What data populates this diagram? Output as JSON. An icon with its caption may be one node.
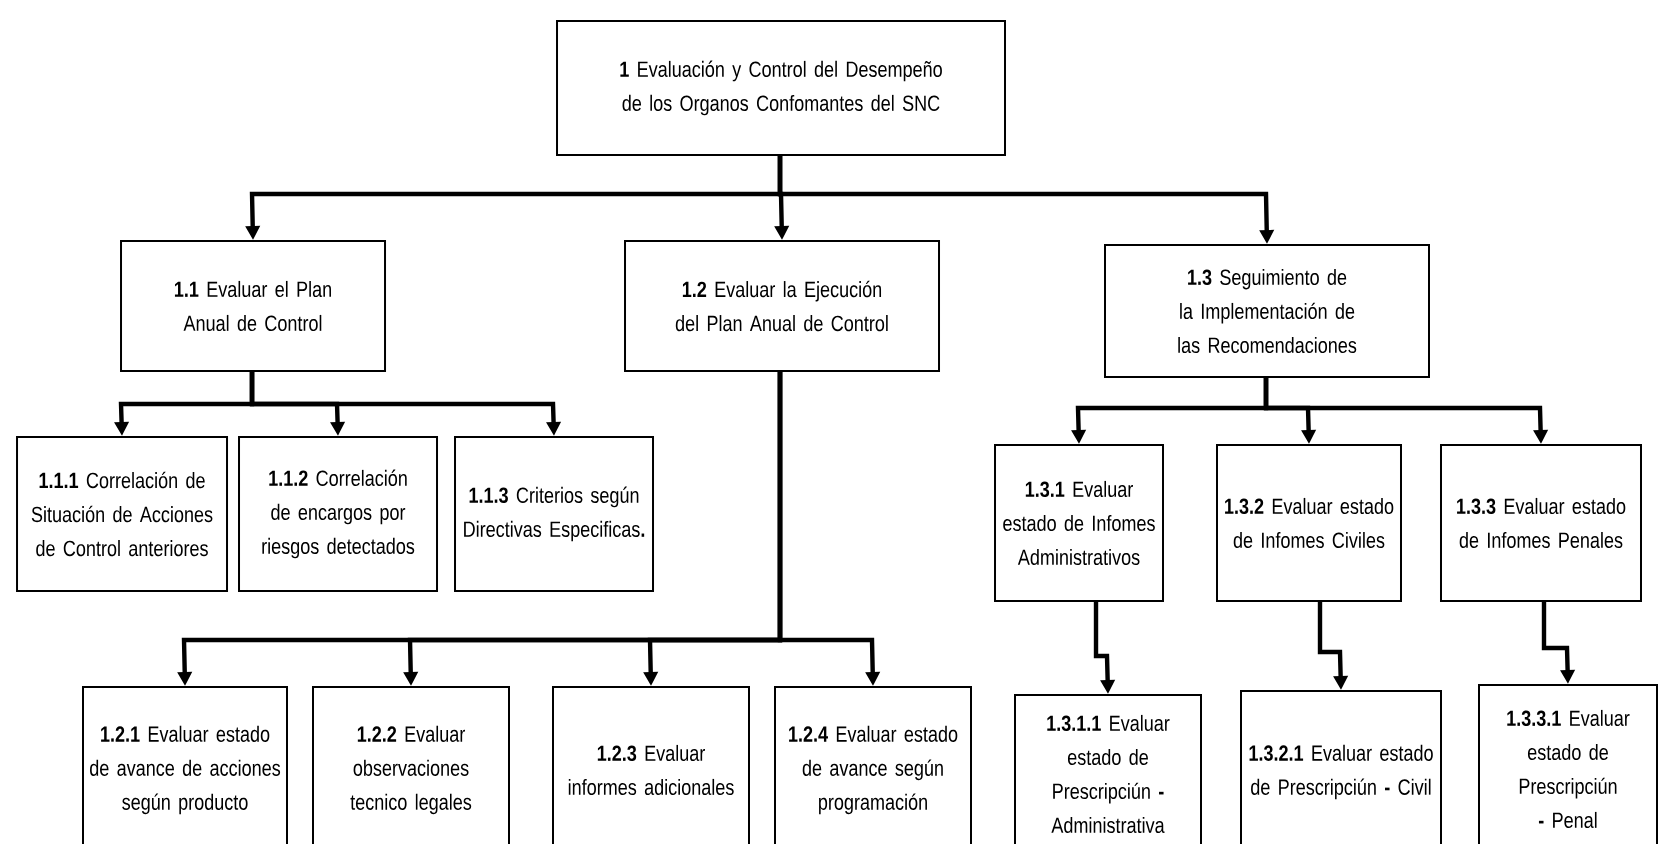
{
  "diagram": {
    "nodes": [
      {
        "text": [
          "**1** Evaluación y Control del Desempeño de los Organos Confomantes del SNC"
        ]
      },
      {
        "text": [
          "**1.1** Evaluar el Plan Anual de Control"
        ]
      },
      {
        "text": [
          "**1.2** Evaluar la Ejecución del Plan Anual de Control"
        ]
      },
      {
        "text": [
          "**1.3** Seguimiento de la Implementación de las Recomendaciones"
        ]
      },
      {
        "text": [
          "**1.1.1** Correlación de Situación de Acciones de Control anteriores"
        ]
      },
      {
        "text": [
          "**1.1.2** Correlación de encargos por riesgos detectados"
        ]
      },
      {
        "text": [
          "**1.1.3** Criterios según Directivas Especificas**.**"
        ]
      },
      {
        "text": [
          "**1.2.1** Evaluar estado de avance de acciones según producto"
        ]
      },
      {
        "text": [
          "**1.2.2** Evaluar observaciones tecnico legales"
        ]
      },
      {
        "text": [
          "**1.2.3** Evaluar informes adicionales"
        ]
      },
      {
        "text": [
          "**1.2.4** Evaluar estado de avance según programación"
        ]
      },
      {
        "text": [
          "**1.3.1** Evaluar estado de Infomes Administrativos"
        ]
      },
      {
        "text": [
          "**1.3.2** Evaluar estado de Infomes Civiles"
        ]
      },
      {
        "text": [
          "**1.3.3** Evaluar estado de Infomes Penales"
        ]
      },
      {
        "text": [
          "**1.3.1.1** Evaluar estado de Prescripciún **-** Administrativa"
        ]
      },
      {
        "text": [
          "**1.3.2.1** Evaluar estado de Prescripciún **-** Civil"
        ]
      },
      {
        "text": [
          "**1.3.3.1** Evaluar estado de Prescripciún **-** Penal"
        ]
      }
    ],
    "edges": [
      {
        "from": 0,
        "to": 1,
        "arrow": "to"
      },
      {
        "from": 0,
        "to": 2,
        "arrow": "to"
      },
      {
        "from": 0,
        "to": 3,
        "arrow": "to"
      },
      {
        "from": 1,
        "to": 4,
        "arrow": "to"
      },
      {
        "from": 1,
        "to": 5,
        "arrow": "to"
      },
      {
        "from": 1,
        "to": 6,
        "arrow": "to"
      },
      {
        "from": 2,
        "to": 7,
        "arrow": "to"
      },
      {
        "from": 2,
        "to": 8,
        "arrow": "to"
      },
      {
        "from": 2,
        "to": 9,
        "arrow": "to"
      },
      {
        "from": 2,
        "to": 10,
        "arrow": "to"
      },
      {
        "from": 3,
        "to": 11,
        "arrow": "to"
      },
      {
        "from": 3,
        "to": 12,
        "arrow": "to"
      },
      {
        "from": 3,
        "to": 13,
        "arrow": "to"
      },
      {
        "from": 11,
        "to": 14,
        "arrow": "to"
      },
      {
        "from": 12,
        "to": 15,
        "arrow": "to"
      },
      {
        "from": 13,
        "to": 16,
        "arrow": "to"
      }
    ]
  }
}
